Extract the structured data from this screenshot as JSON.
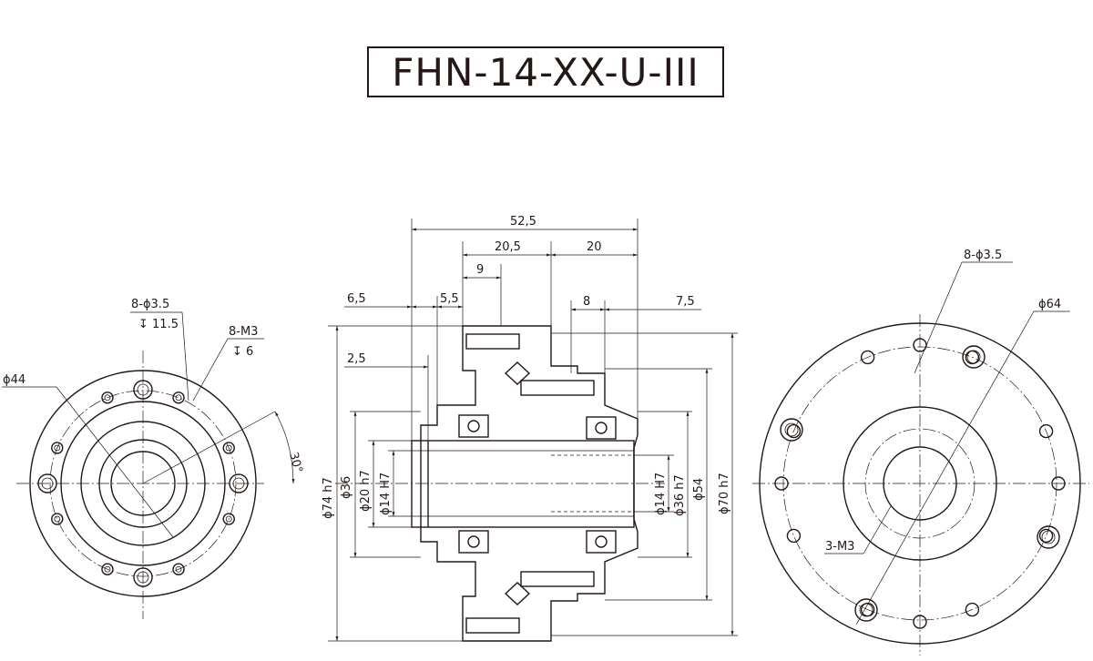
{
  "title": "FHN-14-XX-U-III",
  "left_view": {
    "labels": {
      "dia44": "ϕ44",
      "holes_a": "8-ϕ3.5",
      "holes_a_depth": "↧ 11.5",
      "holes_b": "8-M3",
      "holes_b_depth": "↧ 6",
      "angle": "30°"
    }
  },
  "section_view": {
    "horizontal_dims": {
      "d52_5": "52,5",
      "d20_5": "20,5",
      "d20": "20",
      "d9": "9",
      "d6_5": "6,5",
      "d5_5": "5,5",
      "d8": "8",
      "d7_5": "7,5",
      "d2_5": "2,5"
    },
    "vertical_dims": {
      "d74": "ϕ74 h7",
      "d36l": "ϕ36",
      "d20": "ϕ20 h7",
      "d14l": "ϕ14 H7",
      "d14r": "ϕ14 H7",
      "d36r": "ϕ36 h7",
      "d54": "ϕ54",
      "d70": "ϕ70 h7"
    }
  },
  "right_view": {
    "labels": {
      "holes": "8-ϕ3.5",
      "dia64": "ϕ64",
      "m3": "3-M3"
    }
  }
}
